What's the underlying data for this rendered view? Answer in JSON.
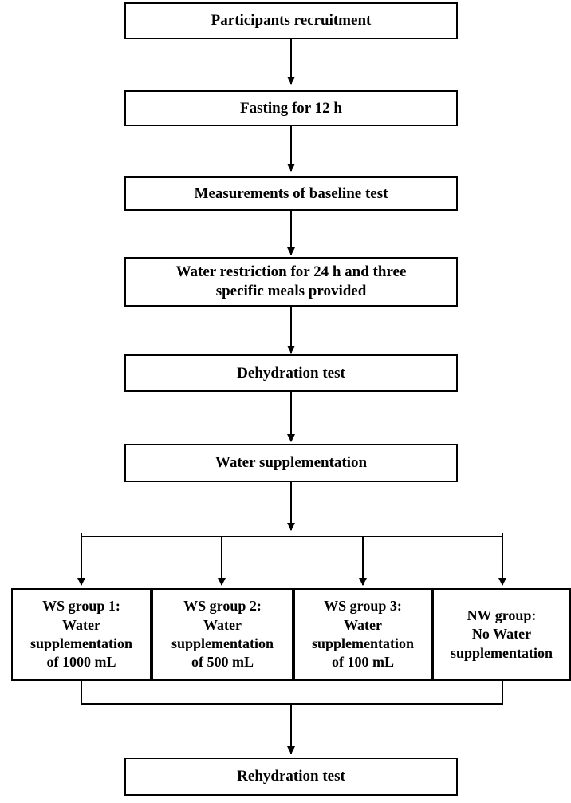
{
  "steps": [
    "Participants recruitment",
    "Fasting for 12 h",
    "Measurements of baseline test",
    "Water restriction for 24 h and three\nspecific meals provided",
    "Dehydration test",
    "Water supplementation"
  ],
  "groups": [
    "WS group 1:\nWater\nsupplementation\nof 1000 mL",
    "WS group 2:\nWater\nsupplementation\nof 500 mL",
    "WS group 3:\nWater\nsupplementation\nof 100 mL",
    "NW group:\nNo Water\nsupplementation"
  ],
  "final_step": "Rehydration test"
}
